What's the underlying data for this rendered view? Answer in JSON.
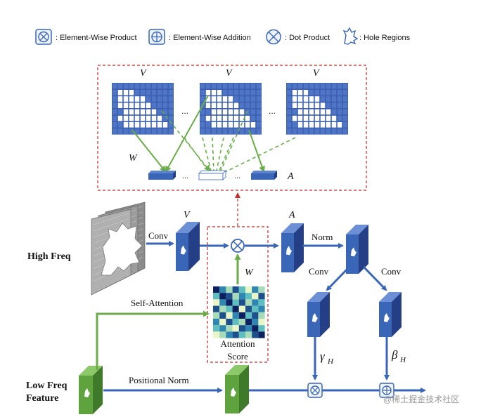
{
  "legend": {
    "element_wise_product": ": Element-Wise Product",
    "element_wise_addition": ": Element-Wise Addition",
    "dot_product": ": Dot Product",
    "hole_regions": ": Hole Regions"
  },
  "attention_box": {
    "v_label_1": "V",
    "v_label_2": "V",
    "v_label_3": "V",
    "w_label": "W",
    "a_label": "A",
    "ellipsis_grids_1": "...",
    "ellipsis_grids_2": "...",
    "ellipsis_tokens_1": "...",
    "ellipsis_tokens_2": "..."
  },
  "main_flow": {
    "high_freq": "High Freq",
    "conv_1": "Conv",
    "v_label": "V",
    "a_label": "A",
    "norm": "Norm",
    "conv_2": "Conv",
    "conv_3": "Conv",
    "w_label": "W",
    "self_attention": "Self-Attention",
    "attention": "Attention",
    "score": "Score",
    "gamma_h": "γ",
    "gamma_sub": "H",
    "beta_h": "β",
    "beta_sub": "H",
    "low_freq_line1": "Low Freq",
    "low_freq_line2": "Feature",
    "positional_norm": "Positional Norm"
  },
  "watermark": "@稀土掘金技术社区",
  "colors": {
    "blue": "#3a66b8",
    "blue_dark": "#243f86",
    "green": "#6aad48",
    "green_dark": "#3e7a2a",
    "red_dashed": "#c42b2b",
    "grid_blue": "#3c5fb0"
  },
  "heatmap_palette": [
    "#0c1f5e",
    "#1d4f8c",
    "#2f86b0",
    "#5fbfc0",
    "#a8dcb8",
    "#e9f6c8"
  ]
}
